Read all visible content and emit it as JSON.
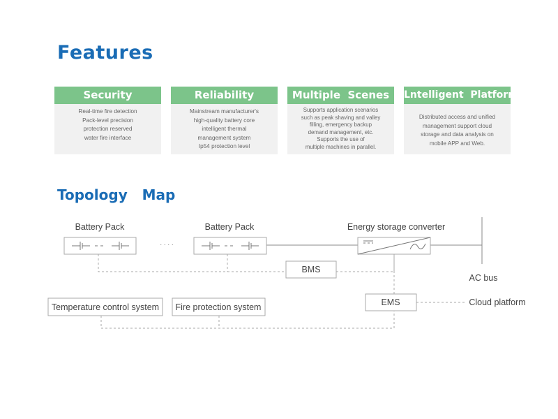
{
  "features": {
    "title": "Features",
    "cards": [
      {
        "title": "Security",
        "text": "Real-time fire detection\nPack-level precision\nprotection reserved\nwater fire interface"
      },
      {
        "title": "Reliability",
        "text": "Mainstream manufacturer's\nhigh-quality battery core\nintelligent thermal\nmanagement system\nIp54 protection level"
      },
      {
        "title": "Multiple  Scenes",
        "text": "Supports application scenarios\nsuch as peak shaving and valley\nfilling, emergency backup\ndemand management, etc.\nSupports the use of\nmultiple machines in parallel."
      },
      {
        "title": "Lntelligent  Platform",
        "text": "Distributed access and unified\nmanagement support cloud\nstorage and data analysis on\nmobile APP and Web."
      }
    ]
  },
  "topology": {
    "title": "Topology   Map",
    "battery_pack_1": "Battery  Pack",
    "battery_pack_2": "Battery  Pack",
    "ellipsis": "· · · ·",
    "converter": "Energy storage converter",
    "bms": "BMS",
    "ac_bus": "AC  bus",
    "ems": "EMS",
    "cloud": "Cloud  platform",
    "temperature": "Temperature control system",
    "fire": "Fire protection system"
  },
  "colors": {
    "title_blue": "#1a6cb5",
    "card_header_green": "#7cc48a",
    "card_bg": "#f1f1f1"
  }
}
